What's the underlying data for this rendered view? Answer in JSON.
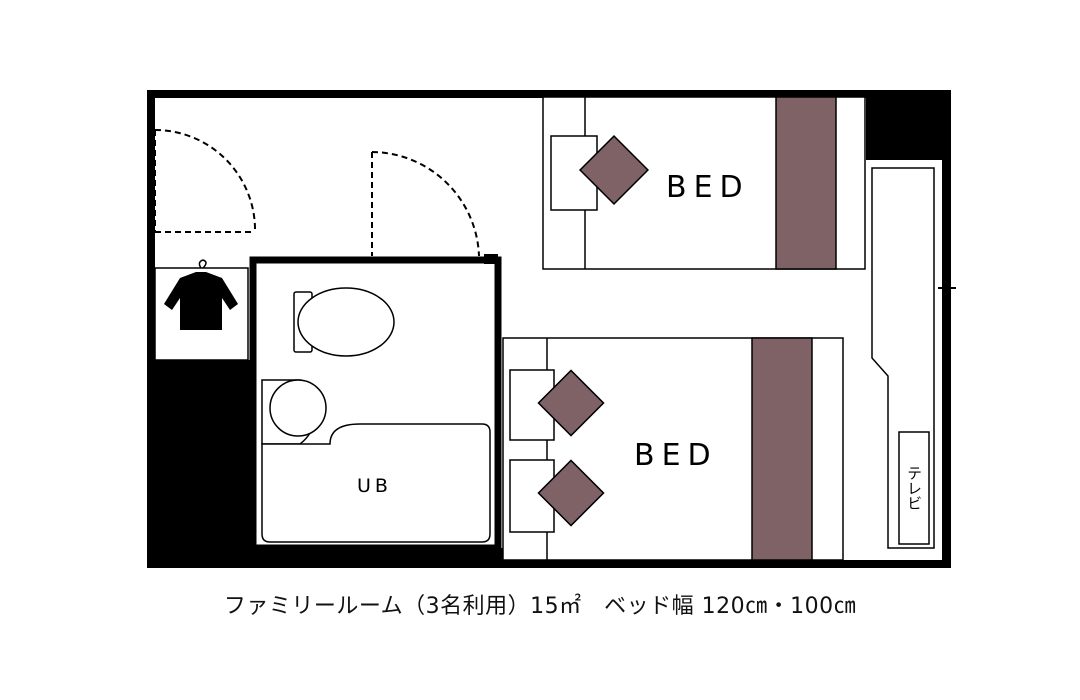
{
  "rooms": {
    "bed_upper": "BED",
    "bed_lower": "BED",
    "bathroom": "UB",
    "tv": "テレビ"
  },
  "caption": "ファミリールーム（3名利用）15㎡　ベッド幅 120㎝・100㎝",
  "colors": {
    "wall": "#000000",
    "headboard": "#7f6265",
    "pillow": "#7f6265",
    "background": "#ffffff"
  },
  "icons": [
    "closet-clothes-icon",
    "toilet-icon",
    "sink-icon",
    "pillow-icon"
  ]
}
